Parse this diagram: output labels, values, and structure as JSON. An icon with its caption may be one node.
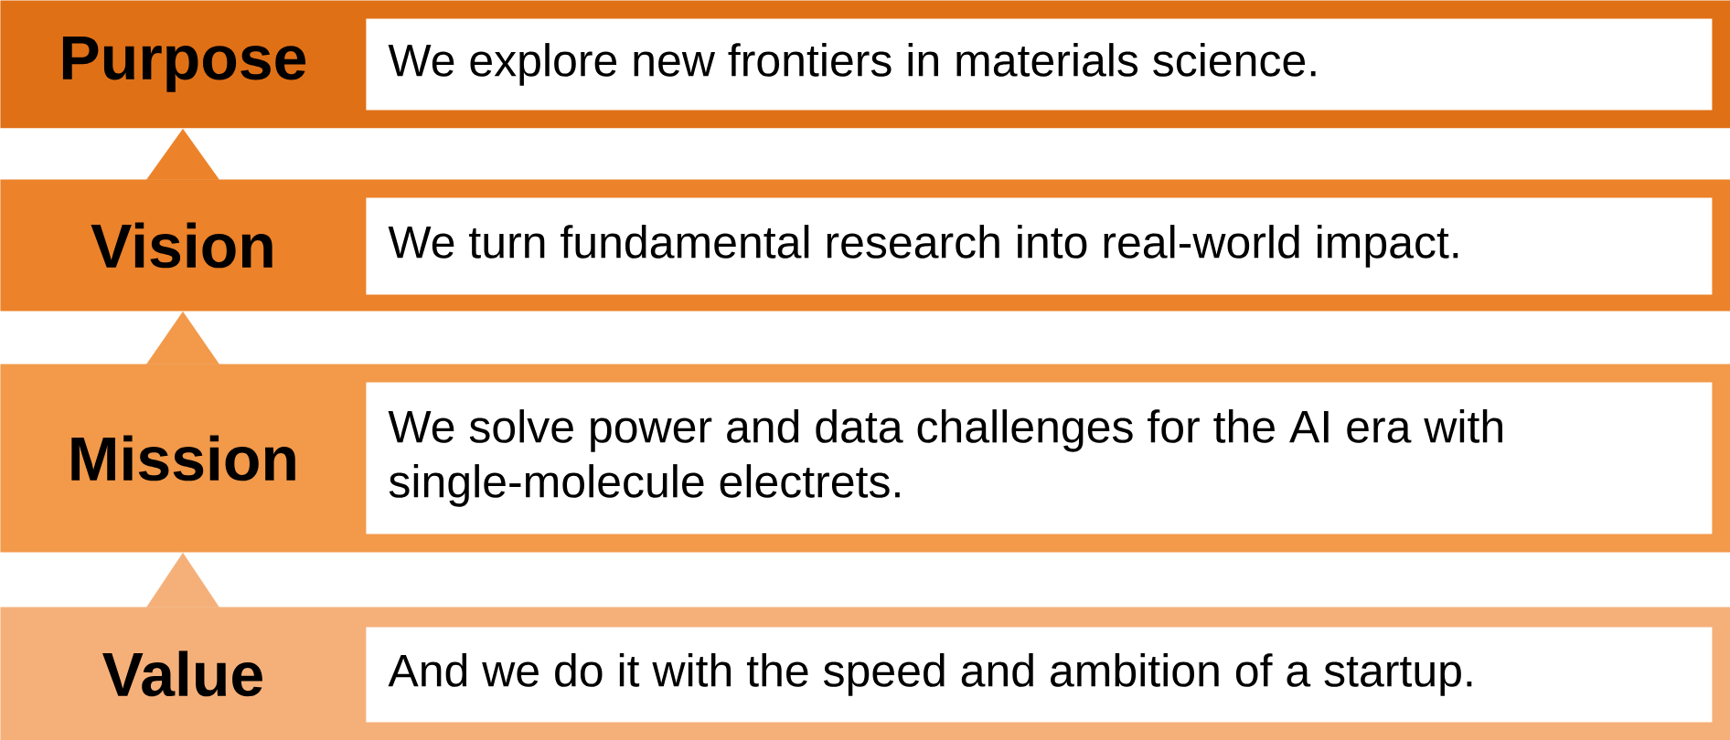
{
  "diagram": {
    "nodes": [
      {
        "text": [
          "Purpose"
        ]
      },
      {
        "text": [
          "We explore new frontiers in materials science."
        ],
        "in": 0
      },
      {
        "text": [
          "Vision"
        ]
      },
      {
        "text": [
          "We turn fundamental research into real-world impact."
        ],
        "in": 2
      },
      {
        "text": [
          "Mission"
        ]
      },
      {
        "text": [
          "We solve power and data challenges for the AI era with single-molecule electrets."
        ],
        "in": 4
      },
      {
        "text": [
          "Value"
        ]
      },
      {
        "text": [
          "And we do it with the speed and ambition of a startup."
        ],
        "in": 6
      }
    ],
    "edges": [
      {
        "from": 2,
        "to": 0,
        "arrow": "to"
      },
      {
        "from": 4,
        "to": 2,
        "arrow": "to"
      },
      {
        "from": 6,
        "to": 4,
        "arrow": "to"
      }
    ]
  }
}
